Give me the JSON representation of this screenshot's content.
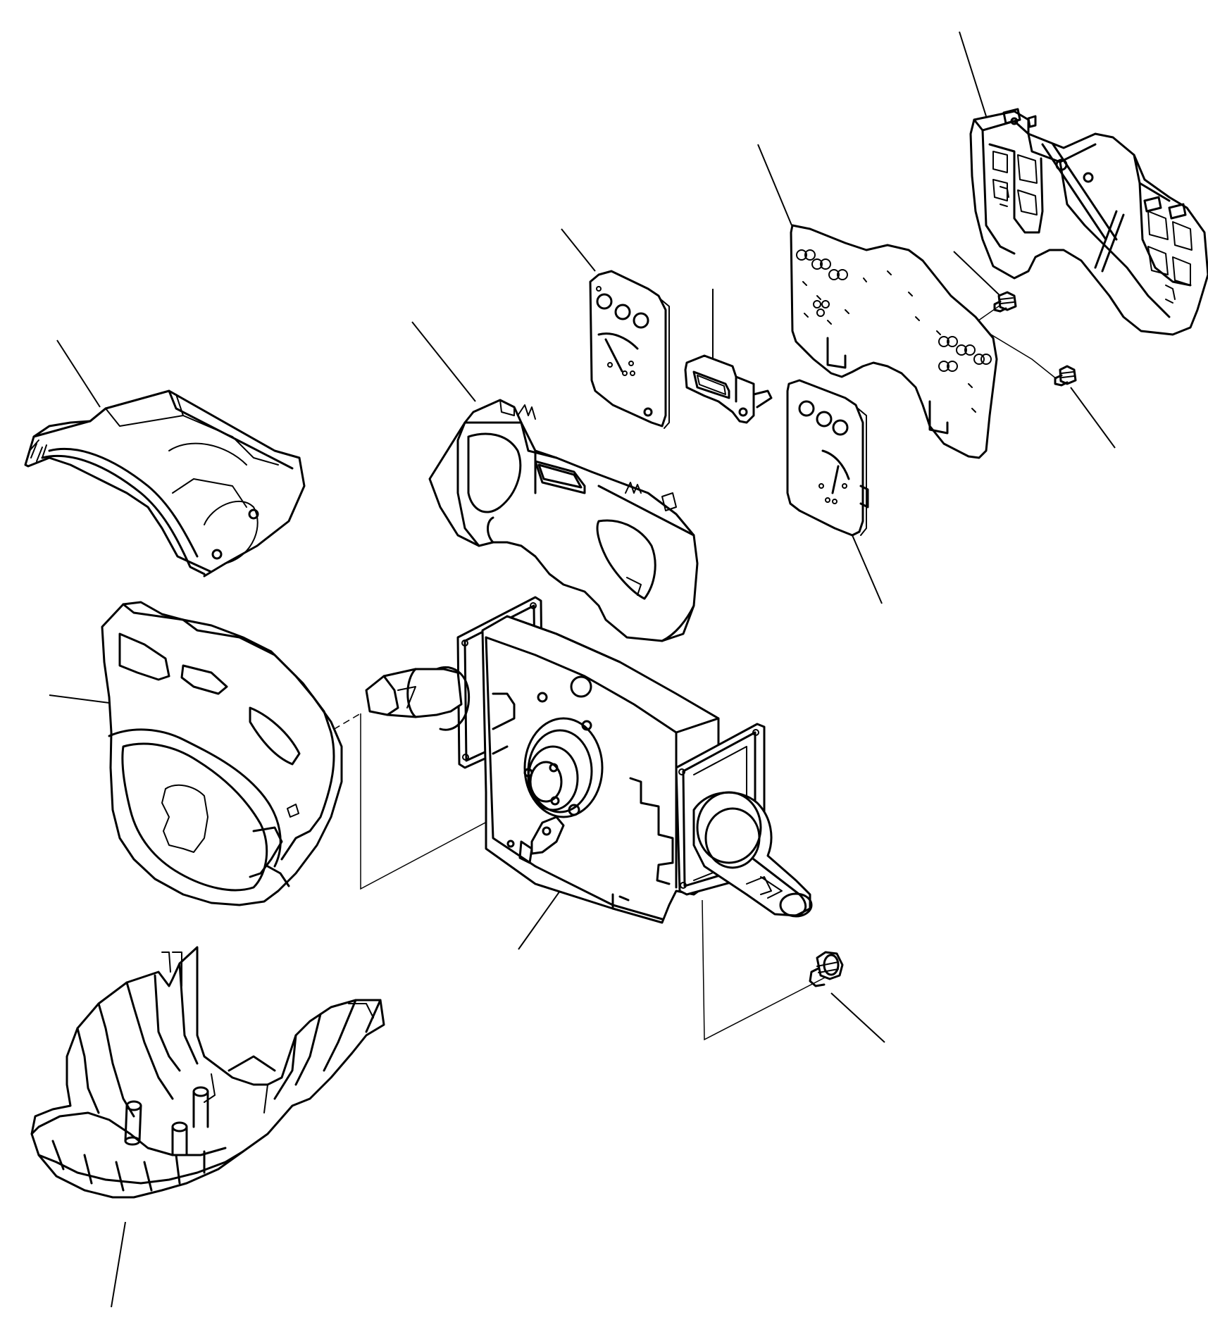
{
  "diagram": {
    "kind": "exploded-parts-drawing",
    "line_color": "#000000",
    "background_color": "#ffffff",
    "parts": [
      {
        "id": "upper-column-cover"
      },
      {
        "id": "meter-housing-frame"
      },
      {
        "id": "gauge-plate-left"
      },
      {
        "id": "warning-lamp-module"
      },
      {
        "id": "printed-circuit-board"
      },
      {
        "id": "gauge-plate-right"
      },
      {
        "id": "rear-case"
      },
      {
        "id": "screw-upper"
      },
      {
        "id": "screw-lower"
      },
      {
        "id": "front-bezel"
      },
      {
        "id": "combination-switch"
      },
      {
        "id": "mounting-screw"
      },
      {
        "id": "lower-column-cover"
      }
    ],
    "leader_count": 13
  }
}
